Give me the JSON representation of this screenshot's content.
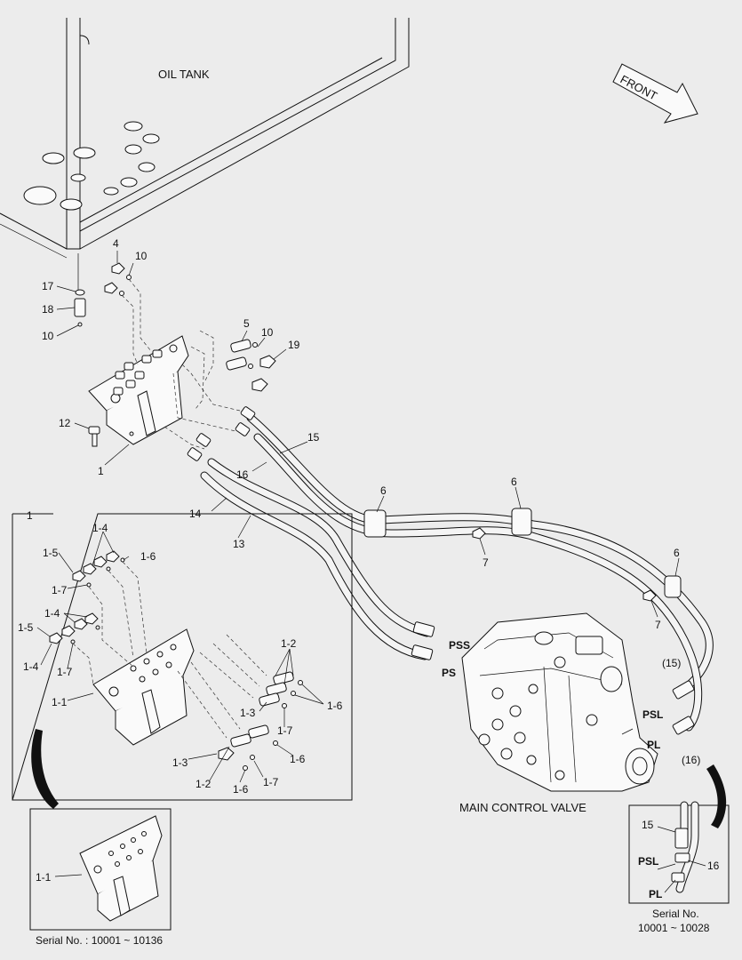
{
  "captions": {
    "oil_tank": "OIL TANK",
    "front": "FRONT",
    "main_control_valve": "MAIN CONTROL VALVE",
    "serial_left": "Serial No. : 10001 ~ 10136",
    "serial_right_line1": "Serial No.",
    "serial_right_line2": "10001 ~ 10028"
  },
  "callouts": {
    "p1": "1",
    "p4": "4",
    "p5": "5",
    "p6": "6",
    "p7": "7",
    "p10": "10",
    "p12": "12",
    "p13": "13",
    "p14": "14",
    "p15": "15",
    "p16": "16",
    "p17": "17",
    "p18": "18",
    "p19": "19",
    "p15_paren": "(15)",
    "p16_paren": "(16)",
    "s1_1": "1-1",
    "s1_2": "1-2",
    "s1_3": "1-3",
    "s1_4": "1-4",
    "s1_5": "1-5",
    "s1_6": "1-6",
    "s1_7": "1-7"
  },
  "ports": {
    "pss": "PSS",
    "ps": "PS",
    "psl": "PSL",
    "pl": "PL"
  }
}
